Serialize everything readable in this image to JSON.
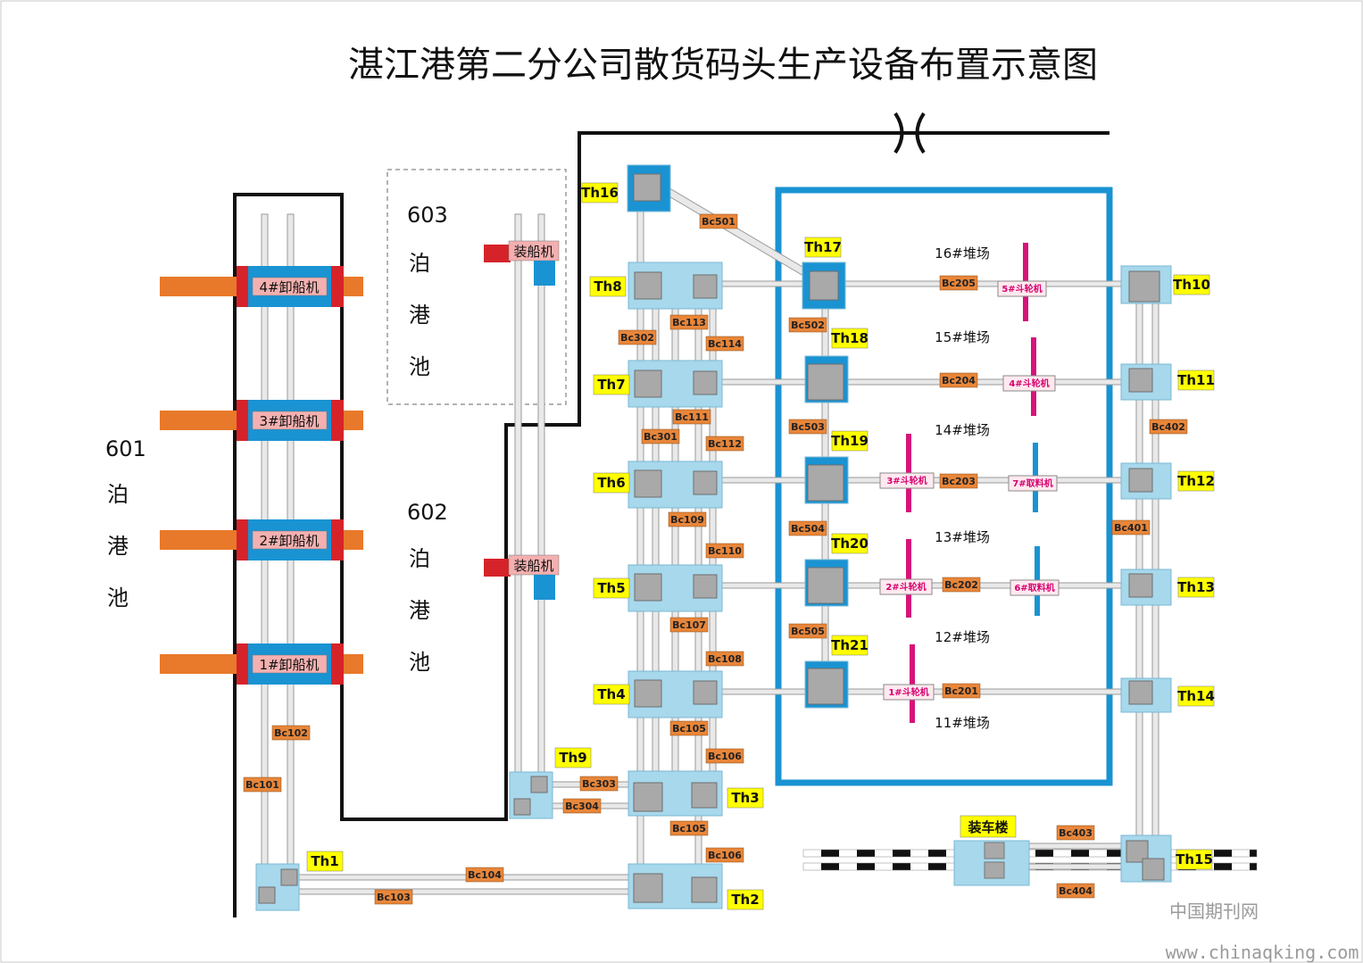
{
  "title": "湛江港第二分公司散货码头生产设备布置示意图",
  "berths": [
    {
      "number": "601",
      "chars": [
        "泊",
        "港",
        "池"
      ]
    },
    {
      "number": "602",
      "chars": [
        "泊",
        "港",
        "池"
      ]
    },
    {
      "number": "603",
      "chars": [
        "泊",
        "港",
        "池"
      ]
    }
  ],
  "unloaders": [
    "4#卸船机",
    "3#卸船机",
    "2#卸船机",
    "1#卸船机"
  ],
  "shiploaders": [
    "装船机",
    "装船机"
  ],
  "yards": [
    "16#堆场",
    "15#堆场",
    "14#堆场",
    "13#堆场",
    "12#堆场",
    "11#堆场"
  ],
  "transfer_towers": [
    "Th1",
    "Th2",
    "Th3",
    "Th4",
    "Th5",
    "Th6",
    "Th7",
    "Th8",
    "Th9",
    "Th10",
    "Th11",
    "Th12",
    "Th13",
    "Th14",
    "Th15",
    "Th16",
    "Th17",
    "Th18",
    "Th19",
    "Th20",
    "Th21"
  ],
  "conveyors": [
    "Bc101",
    "Bc102",
    "Bc103",
    "Bc104",
    "Bc105",
    "Bc105",
    "Bc106",
    "Bc106",
    "Bc107",
    "Bc108",
    "Bc109",
    "Bc110",
    "Bc111",
    "Bc112",
    "Bc113",
    "Bc114",
    "Bc201",
    "Bc202",
    "Bc203",
    "Bc204",
    "Bc205",
    "Bc301",
    "Bc302",
    "Bc303",
    "Bc304",
    "Bc401",
    "Bc402",
    "Bc403",
    "Bc404",
    "Bc501",
    "Bc502",
    "Bc503",
    "Bc504",
    "Bc505"
  ],
  "bucket_wheels": [
    "1#斗轮机",
    "2#斗轮机",
    "3#斗轮机",
    "4#斗轮机",
    "5#斗轮机"
  ],
  "reclaimers": [
    "6#取料机",
    "7#取料机"
  ],
  "loading_station": "装车楼",
  "watermark": {
    "line1": "中国期刊网",
    "line2": "www.chinaqking.com"
  },
  "colors": {
    "orange": "#e8792a",
    "red": "#d6232a",
    "blue": "#1a93d3",
    "light_blue": "#a7d8ec",
    "pink": "#f4b0b0",
    "magenta": "#d6137a",
    "yellow": "#ffff00",
    "label_orange": "#e8863a",
    "gray": "#a9a9a9"
  }
}
